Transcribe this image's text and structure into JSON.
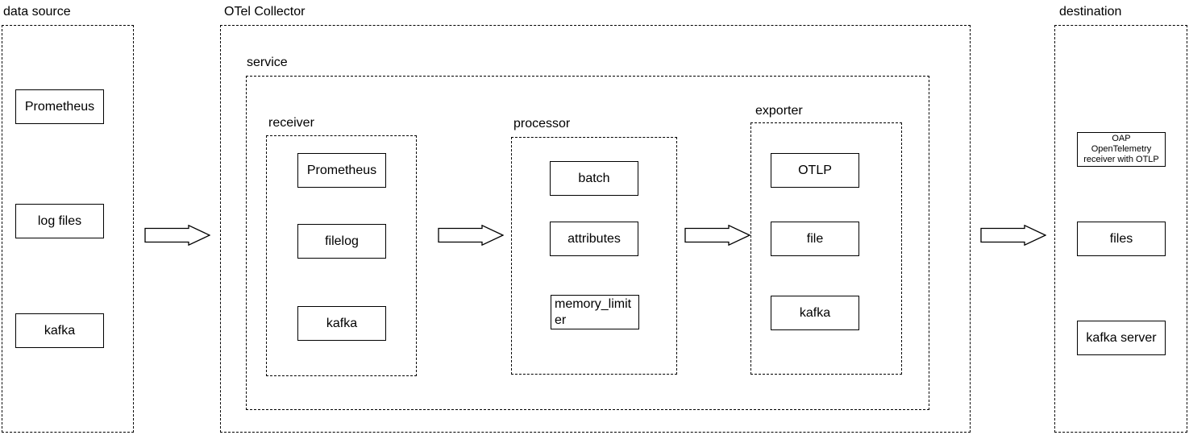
{
  "colors": {
    "line": "#000000",
    "background": "#ffffff",
    "node_fill": "#ffffff",
    "text": "#000000"
  },
  "sections": {
    "data_source": {
      "label": "data source"
    },
    "otel": {
      "label": "OTel Collector"
    },
    "service": {
      "label": "service"
    },
    "receiver": {
      "label": "receiver"
    },
    "processor": {
      "label": "processor"
    },
    "exporter": {
      "label": "exporter"
    },
    "destination": {
      "label": "destination"
    }
  },
  "nodes": {
    "ds_prometheus": {
      "label": "Prometheus"
    },
    "ds_log_files": {
      "label": "log files"
    },
    "ds_kafka": {
      "label": "kafka"
    },
    "rx_prometheus": {
      "label": "Prometheus"
    },
    "rx_filelog": {
      "label": "filelog"
    },
    "rx_kafka": {
      "label": "kafka"
    },
    "pr_batch": {
      "label": "batch"
    },
    "pr_attributes": {
      "label": "attributes"
    },
    "pr_memory_limiter": {
      "label": "memory_limiter"
    },
    "ex_otlp": {
      "label": "OTLP"
    },
    "ex_file": {
      "label": "file"
    },
    "ex_kafka": {
      "label": "kafka"
    },
    "dst_oap": {
      "label": "OAP\nOpenTelemetry\nreceiver with OTLP"
    },
    "dst_files": {
      "label": "files"
    },
    "dst_kafka_server": {
      "label": "kafka server"
    }
  },
  "flow": {
    "arrow_count": 4
  }
}
